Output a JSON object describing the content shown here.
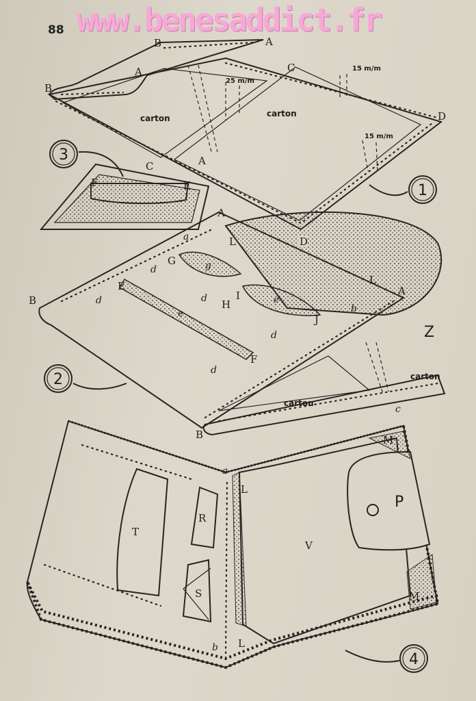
{
  "page_number": "88",
  "watermark": "www.benesaddict.fr",
  "figure1": {
    "number": "1",
    "panel_labels": [
      "carton",
      "carton"
    ],
    "dimensions": [
      "15 m/m",
      "25 m/m",
      "15 m/m"
    ],
    "points": [
      "B",
      "A",
      "A",
      "B",
      "C",
      "C",
      "D",
      "D",
      "A"
    ]
  },
  "figure3": {
    "number": "3",
    "points": [
      "F",
      "E"
    ]
  },
  "figure2": {
    "number": "2",
    "points": [
      "A",
      "L",
      "a",
      "G",
      "g",
      "E",
      "d",
      "d",
      "B",
      "d",
      "H",
      "I",
      "e",
      "e",
      "L",
      "A",
      "b",
      "J",
      "d",
      "F",
      "d",
      "B",
      "c",
      "Z"
    ],
    "panel_labels": [
      "carton",
      "carton"
    ]
  },
  "figure4": {
    "number": "4",
    "points": [
      "a",
      "L",
      "L",
      "b",
      "M",
      "M"
    ],
    "pockets": [
      "T",
      "R",
      "S",
      "V",
      "P"
    ]
  }
}
